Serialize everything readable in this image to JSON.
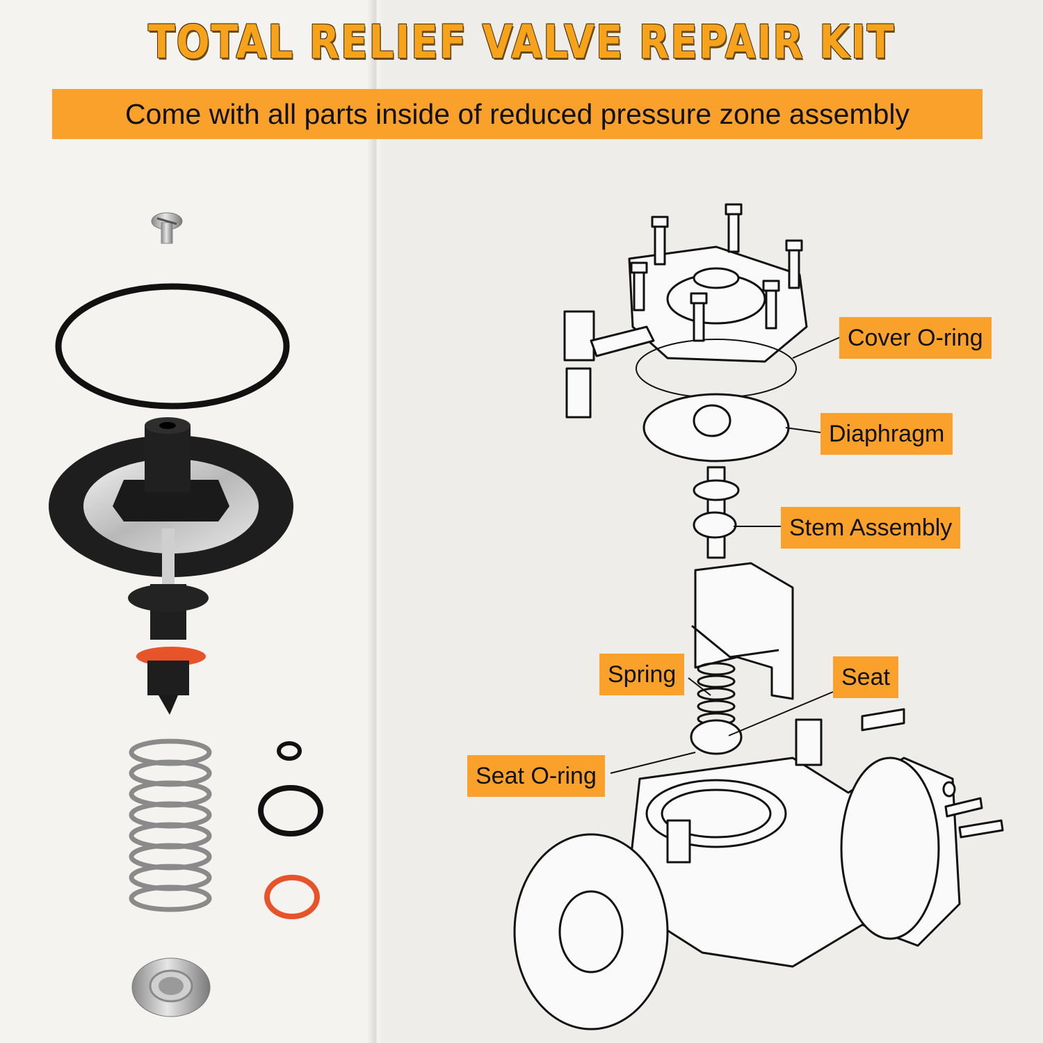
{
  "header": {
    "title": "TOTAL RELIEF VALVE REPAIR KIT",
    "subtitle": "Come with all parts inside of reduced pressure zone assembly"
  },
  "diagram": {
    "callouts": {
      "cover_oring": "Cover O-ring",
      "diaphragm": "Diaphragm",
      "stem_assembly": "Stem Assembly",
      "spring": "Spring",
      "seat": "Seat",
      "seat_oring": "Seat O-ring"
    }
  },
  "colors": {
    "accent": "#f9a12a",
    "title_text": "#f7a21b",
    "orange_ring": "#e8542a"
  }
}
